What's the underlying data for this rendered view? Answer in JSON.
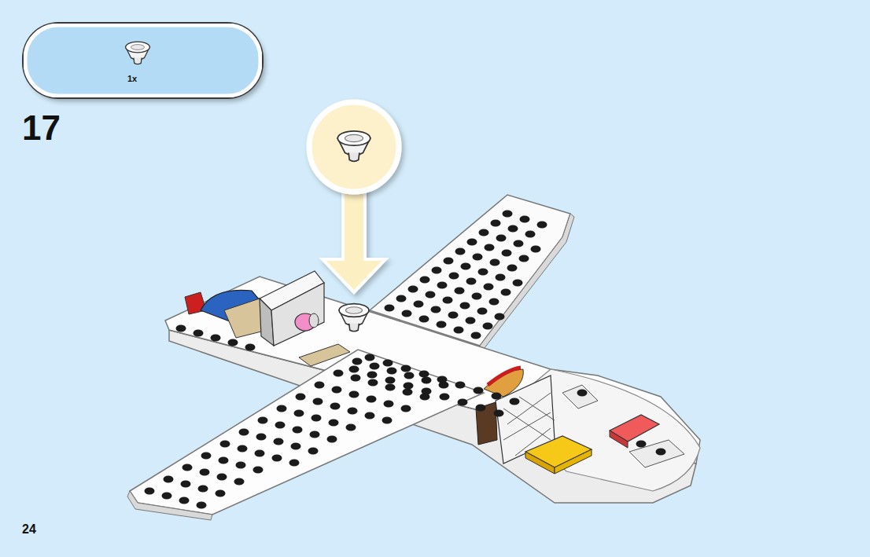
{
  "diagram": {
    "nodes": [
      {
        "text": [
          "1x"
        ]
      }
    ],
    "labels": [
      "17",
      "24"
    ]
  }
}
